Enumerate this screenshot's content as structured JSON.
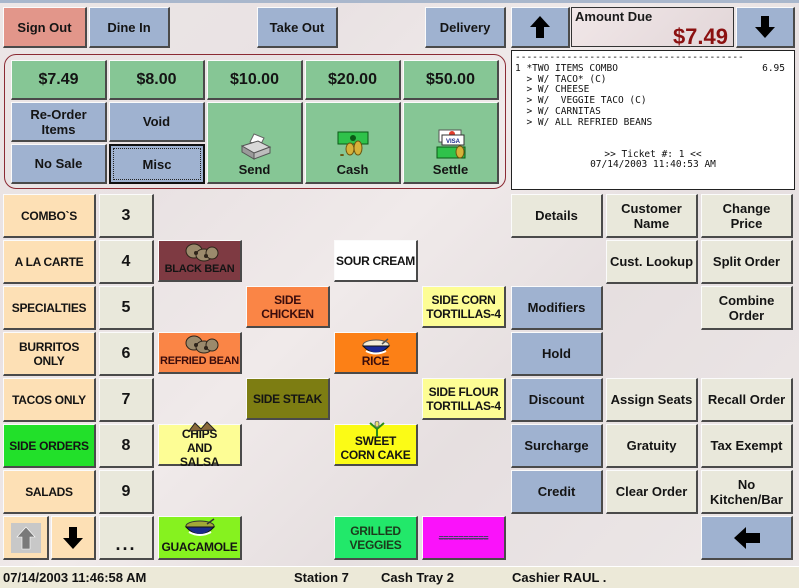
{
  "top_bar": {
    "sign_out": "Sign Out",
    "dine_in": "Dine In",
    "take_out": "Take Out",
    "delivery": "Delivery",
    "scroll_up_icon": "arrow-up-icon",
    "scroll_down_icon": "arrow-down-icon",
    "amount_due_label": "Amount Due",
    "amount_due_value": "$7.49"
  },
  "payment_panel": {
    "quick_amounts": [
      "$7.49",
      "$8.00",
      "$10.00",
      "$20.00",
      "$50.00"
    ],
    "reorder_items": "Re-Order Items",
    "void": "Void",
    "no_sale": "No Sale",
    "misc": "Misc",
    "send": "Send",
    "cash": "Cash",
    "settle": "Settle"
  },
  "receipt": {
    "separator": "----------------------------------------",
    "lines": [
      {
        "text": "1 *TWO ITEMS COMBO",
        "price": "6.95"
      },
      {
        "text": "  > W/ TACO* (C)",
        "price": ""
      },
      {
        "text": "  > W/ CHEESE",
        "price": ""
      },
      {
        "text": "  > W/  VEGGIE TACO (C)",
        "price": ""
      },
      {
        "text": "  > W/ CARNITAS",
        "price": ""
      },
      {
        "text": "  > W/ ALL REFRIED BEANS",
        "price": ""
      }
    ],
    "ticket": ">> Ticket #: 1 <<",
    "timestamp": "07/14/2003 11:40:53 AM"
  },
  "categories": [
    {
      "label": "COMBO`S",
      "page": "3",
      "color": "#fde0b5"
    },
    {
      "label": "A LA CARTE",
      "page": "4",
      "color": "#fde0b5"
    },
    {
      "label": "SPECIALTIES",
      "page": "5",
      "color": "#fde0b5"
    },
    {
      "label": "BURRITOS ONLY",
      "page": "6",
      "color": "#fde0b5"
    },
    {
      "label": "TACOS ONLY",
      "page": "7",
      "color": "#fde0b5"
    },
    {
      "label": "SIDE ORDERS",
      "page": "8",
      "color": "#22e02a"
    },
    {
      "label": "SALADS",
      "page": "9",
      "color": "#fde0b5"
    }
  ],
  "category_nav": {
    "up_icon": "arrow-up-icon",
    "down_icon": "arrow-down-icon",
    "more": "..."
  },
  "menu_items": [
    {
      "label": "BLACK BEAN",
      "color": "#7e3a42",
      "icon": "beans-icon"
    },
    {
      "label": "SOUR CREAM",
      "color": "#ffffff",
      "icon": ""
    },
    {
      "label": "SIDE CHICKEN",
      "color": "#fa8546",
      "icon": ""
    },
    {
      "label": "SIDE CORN TORTILLAS-4",
      "color": "#fdfd95",
      "icon": ""
    },
    {
      "label": "REFRIED BEAN",
      "color": "#fa8546",
      "icon": "beans-icon"
    },
    {
      "label": "RICE",
      "color": "#fc8016",
      "icon": "bowl-icon"
    },
    {
      "label": "SIDE STEAK",
      "color": "#7d7d12",
      "icon": ""
    },
    {
      "label": "SIDE FLOUR TORTILLAS-4",
      "color": "#fdfd95",
      "icon": ""
    },
    {
      "label": "CHIPS AND SALSA",
      "color": "#fdfd95",
      "icon": "chips-icon"
    },
    {
      "label": "SWEET CORN CAKE",
      "color": "#fbfb16",
      "icon": "corn-icon"
    },
    {
      "label": "GUACAMOLE",
      "color": "#86f21f",
      "icon": "bowl-icon"
    },
    {
      "label": "GRILLED VEGGIES",
      "color": "#22e86a",
      "icon": ""
    },
    {
      "label": "==========",
      "color": "#fa12fa",
      "icon": ""
    }
  ],
  "functions": {
    "details": "Details",
    "customer_name": "Customer Name",
    "change_price": "Change Price",
    "cust_lookup": "Cust. Lookup",
    "split_order": "Split Order",
    "modifiers": "Modifiers",
    "combine_order": "Combine Order",
    "hold": "Hold",
    "discount": "Discount",
    "assign_seats": "Assign Seats",
    "recall_order": "Recall Order",
    "surcharge": "Surcharge",
    "gratuity": "Gratuity",
    "tax_exempt": "Tax Exempt",
    "credit": "Credit",
    "clear_order": "Clear Order",
    "no_kitchen_bar": "No Kitchen/Bar",
    "back_icon": "arrow-left-icon"
  },
  "status_bar": {
    "datetime": "07/14/2003 11:46:58 AM",
    "station": "Station 7",
    "cash_tray": "Cash Tray 2",
    "cashier": "Cashier RAUL ."
  }
}
